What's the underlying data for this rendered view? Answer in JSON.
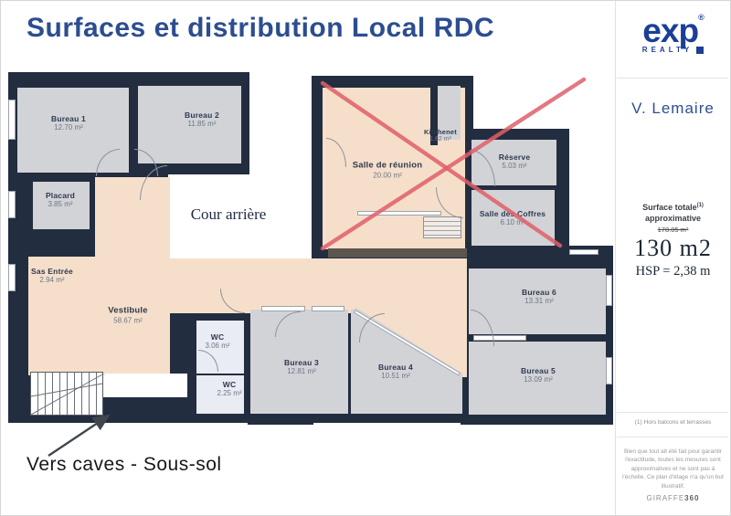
{
  "title": "Surfaces et distribution Local  RDC",
  "logo": {
    "brand": "exp",
    "registered": "®",
    "sub": "REALTY"
  },
  "sidebar": {
    "agent": "V.  Lemaire",
    "surface_label_line1": "Surface totale",
    "surface_sup": "(1)",
    "surface_label_line2": "approximative",
    "surface_struck": "178.05 m²",
    "surface_value": "130 m2",
    "hsp": "HSP = 2,38 m",
    "footnote": "(1) Hors balcons et terrasses",
    "disclaimer": "Bien que tout ait été fait pour garantir l'exactitude, toutes les mesures sont approximatives et ne sont pas à l'échelle. Ce plan d'étage n'a qu'un but illustratif.",
    "watermark": "GIRAFFE",
    "watermark_bold": "360"
  },
  "plan": {
    "outdoor_label": "Cour arrière",
    "basement_label": "Vers caves - Sous-sol",
    "rooms": [
      {
        "id": "bureau-1",
        "name": "Bureau 1",
        "area": "12.70 m²"
      },
      {
        "id": "bureau-2",
        "name": "Bureau 2",
        "area": "11.85 m²"
      },
      {
        "id": "placard",
        "name": "Placard",
        "area": "3.85 m²"
      },
      {
        "id": "sas-entree",
        "name": "Sas Entrée",
        "area": "2.94 m²"
      },
      {
        "id": "vestibule",
        "name": "Vestibule",
        "area": "58.67 m²"
      },
      {
        "id": "salle-de-reunion",
        "name": "Salle de réunion",
        "area": "20.00 m²"
      },
      {
        "id": "kitchenet",
        "name": "Kitchenet",
        "area": "1.82 m²"
      },
      {
        "id": "reserve",
        "name": "Réserve",
        "area": "5.03 m²"
      },
      {
        "id": "salle-des-coffres",
        "name": "Salle des Coffres",
        "area": "6.10 m²"
      },
      {
        "id": "bureau-6",
        "name": "Bureau 6",
        "area": "13.31 m²"
      },
      {
        "id": "bureau-5",
        "name": "Bureau 5",
        "area": "13.09 m²"
      },
      {
        "id": "bureau-4",
        "name": "Bureau 4",
        "area": "10.51 m²"
      },
      {
        "id": "bureau-3",
        "name": "Bureau 3",
        "area": "12.81 m²"
      },
      {
        "id": "wc-1",
        "name": "WC",
        "area": "3.06 m²"
      },
      {
        "id": "wc-2",
        "name": "WC",
        "area": "2.25 m²"
      }
    ]
  },
  "colors": {
    "wall_navy": "#232d40",
    "room_gray": "#d2d3d6",
    "hall_peach": "#f6dfca",
    "wc_blue": "#e9ecf2",
    "cross_red": "#e0606a",
    "title_blue": "#2c4d90",
    "brand_blue": "#1b3f97"
  }
}
